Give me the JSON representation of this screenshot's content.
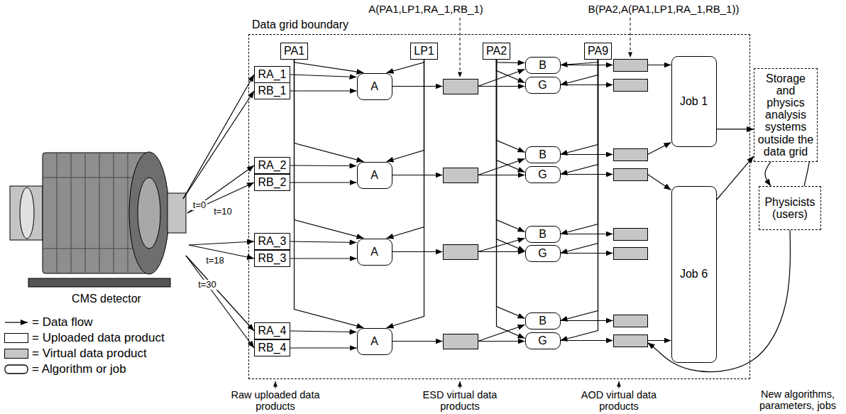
{
  "diagram": {
    "nodes": [
      {
        "text": [
          "Data grid boundary"
        ]
      },
      {
        "text": [
          "PA1"
        ],
        "in": 0
      },
      {
        "text": [
          "LP1"
        ],
        "in": 0
      },
      {
        "text": [
          "PA2"
        ],
        "in": 0
      },
      {
        "text": [
          "PA9"
        ],
        "in": 0
      },
      {
        "text": [
          "RA_1"
        ],
        "in": 0
      },
      {
        "text": [
          "RB_1"
        ],
        "in": 0
      },
      {
        "text": [
          "RA_2"
        ],
        "in": 0
      },
      {
        "text": [
          "RB_2"
        ],
        "in": 0
      },
      {
        "text": [
          "RA_3"
        ],
        "in": 0
      },
      {
        "text": [
          "RB_3"
        ],
        "in": 0
      },
      {
        "text": [
          "RA_4"
        ],
        "in": 0
      },
      {
        "text": [
          "RB_4"
        ],
        "in": 0
      },
      {
        "text": [
          "A"
        ],
        "in": 0
      },
      {
        "text": [
          "A"
        ],
        "in": 0
      },
      {
        "text": [
          "A"
        ],
        "in": 0
      },
      {
        "text": [
          "A"
        ],
        "in": 0
      },
      {
        "text": [],
        "in": 0
      },
      {
        "text": [],
        "in": 0
      },
      {
        "text": [],
        "in": 0
      },
      {
        "text": [],
        "in": 0
      },
      {
        "text": [
          "B"
        ],
        "in": 0
      },
      {
        "text": [
          "G"
        ],
        "in": 0
      },
      {
        "text": [
          "B"
        ],
        "in": 0
      },
      {
        "text": [
          "G"
        ],
        "in": 0
      },
      {
        "text": [
          "B"
        ],
        "in": 0
      },
      {
        "text": [
          "G"
        ],
        "in": 0
      },
      {
        "text": [
          "B"
        ],
        "in": 0
      },
      {
        "text": [
          "G"
        ],
        "in": 0
      },
      {
        "text": [],
        "in": 0
      },
      {
        "text": [],
        "in": 0
      },
      {
        "text": [],
        "in": 0
      },
      {
        "text": [],
        "in": 0
      },
      {
        "text": [],
        "in": 0
      },
      {
        "text": [],
        "in": 0
      },
      {
        "text": [],
        "in": 0
      },
      {
        "text": [],
        "in": 0
      },
      {
        "text": [
          "Job 1"
        ],
        "in": 0
      },
      {
        "text": [
          "Job 6"
        ],
        "in": 0
      },
      {
        "text": [
          "Storage and physics analysis systems outside the data grid"
        ]
      },
      {
        "text": [
          "Physicists (users)"
        ]
      }
    ],
    "edges": [
      {
        "from": 5,
        "to": 13,
        "arrow": "to"
      },
      {
        "from": 6,
        "to": 13,
        "arrow": "to"
      },
      {
        "from": 7,
        "to": 14,
        "arrow": "to"
      },
      {
        "from": 8,
        "to": 14,
        "arrow": "to"
      },
      {
        "from": 9,
        "to": 15,
        "arrow": "to"
      },
      {
        "from": 10,
        "to": 15,
        "arrow": "to"
      },
      {
        "from": 11,
        "to": 16,
        "arrow": "to"
      },
      {
        "from": 12,
        "to": 16,
        "arrow": "to"
      },
      {
        "from": 1,
        "to": 13,
        "arrow": "to"
      },
      {
        "from": 1,
        "to": 14,
        "arrow": "to"
      },
      {
        "from": 1,
        "to": 15,
        "arrow": "to"
      },
      {
        "from": 1,
        "to": 16,
        "arrow": "to"
      },
      {
        "from": 2,
        "to": 13,
        "arrow": "to"
      },
      {
        "from": 2,
        "to": 14,
        "arrow": "to"
      },
      {
        "from": 2,
        "to": 15,
        "arrow": "to"
      },
      {
        "from": 2,
        "to": 16,
        "arrow": "to"
      },
      {
        "from": 13,
        "to": 17,
        "arrow": "to"
      },
      {
        "from": 14,
        "to": 18,
        "arrow": "to"
      },
      {
        "from": 15,
        "to": 19,
        "arrow": "to"
      },
      {
        "from": 16,
        "to": 20,
        "arrow": "to"
      },
      {
        "from": 17,
        "to": 21,
        "arrow": "to"
      },
      {
        "from": 17,
        "to": 22,
        "arrow": "to"
      },
      {
        "from": 18,
        "to": 23,
        "arrow": "to"
      },
      {
        "from": 18,
        "to": 24,
        "arrow": "to"
      },
      {
        "from": 19,
        "to": 25,
        "arrow": "to"
      },
      {
        "from": 19,
        "to": 26,
        "arrow": "to"
      },
      {
        "from": 20,
        "to": 27,
        "arrow": "to"
      },
      {
        "from": 20,
        "to": 28,
        "arrow": "to"
      },
      {
        "from": 3,
        "to": 21,
        "arrow": "to"
      },
      {
        "from": 3,
        "to": 22,
        "arrow": "to"
      },
      {
        "from": 3,
        "to": 23,
        "arrow": "to"
      },
      {
        "from": 3,
        "to": 24,
        "arrow": "to"
      },
      {
        "from": 3,
        "to": 25,
        "arrow": "to"
      },
      {
        "from": 3,
        "to": 26,
        "arrow": "to"
      },
      {
        "from": 3,
        "to": 27,
        "arrow": "to"
      },
      {
        "from": 3,
        "to": 28,
        "arrow": "to"
      },
      {
        "from": 4,
        "to": 21,
        "arrow": "to"
      },
      {
        "from": 4,
        "to": 22,
        "arrow": "to"
      },
      {
        "from": 4,
        "to": 23,
        "arrow": "to"
      },
      {
        "from": 4,
        "to": 24,
        "arrow": "to"
      },
      {
        "from": 4,
        "to": 25,
        "arrow": "to"
      },
      {
        "from": 4,
        "to": 26,
        "arrow": "to"
      },
      {
        "from": 4,
        "to": 27,
        "arrow": "to"
      },
      {
        "from": 4,
        "to": 28,
        "arrow": "to"
      },
      {
        "from": 21,
        "to": 29,
        "arrow": "to"
      },
      {
        "from": 22,
        "to": 30,
        "arrow": "to"
      },
      {
        "from": 23,
        "to": 31,
        "arrow": "to"
      },
      {
        "from": 24,
        "to": 32,
        "arrow": "to"
      },
      {
        "from": 25,
        "to": 33,
        "arrow": "to"
      },
      {
        "from": 26,
        "to": 34,
        "arrow": "to"
      },
      {
        "from": 27,
        "to": 35,
        "arrow": "to"
      },
      {
        "from": 28,
        "to": 36,
        "arrow": "to"
      },
      {
        "from": 29,
        "to": 37,
        "arrow": "to"
      },
      {
        "from": 31,
        "to": 37,
        "arrow": "to"
      },
      {
        "from": 32,
        "to": 38,
        "arrow": "to"
      },
      {
        "from": 36,
        "to": 38,
        "arrow": "to"
      },
      {
        "from": 37,
        "to": 39,
        "arrow": "to"
      },
      {
        "from": 38,
        "to": 39,
        "arrow": "to"
      },
      {
        "from": 39,
        "to": 40,
        "arrow": "to"
      },
      {
        "from": 40,
        "to": 39,
        "arrow": "to"
      },
      {
        "from": 40,
        "to": 36,
        "label": "New algorithms, parameters, jobs",
        "arrow": "to"
      }
    ],
    "labels": [
      "A(PA1,LP1,RA_1,RB_1)",
      "B(PA2,A(PA1,LP1,RA_1,RB_1))",
      "t=0",
      "t=10",
      "t=18",
      "t=30",
      "CMS detector",
      "Raw uploaded data products",
      "ESD virtual data products",
      "AOD virtual data products"
    ],
    "legend": [
      {
        "text": "= Data flow"
      },
      {
        "text": "= Uploaded data product",
        "color": "#ffffff"
      },
      {
        "text": "= Virtual data product",
        "color": "#c6c6c6"
      },
      {
        "text": "= Algorithm or job"
      }
    ]
  }
}
